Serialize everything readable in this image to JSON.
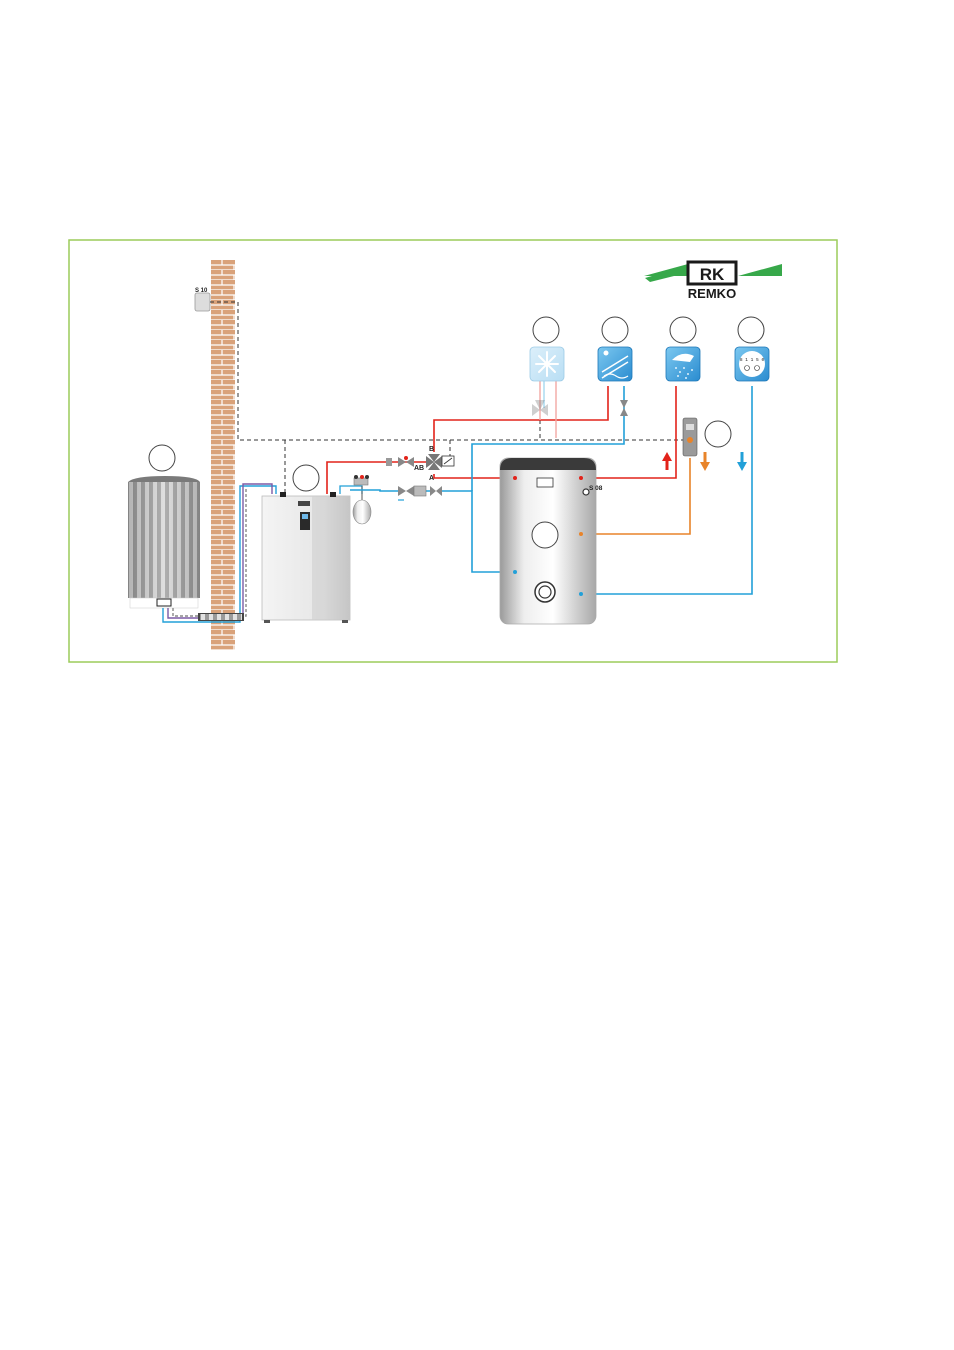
{
  "logo": {
    "brand": "REMKO",
    "mark": "RK"
  },
  "sensors": {
    "outdoor": "S 10",
    "tank": "S 08"
  },
  "valve_ports": {
    "b": "B",
    "ab": "AB",
    "a": "A"
  },
  "meter_display": "8 1 1 5 0",
  "colors": {
    "frame": "#9ccc5a",
    "supply": "#e2231a",
    "return": "#22a0d8",
    "dhw_circulation": "#e8842a",
    "brick": "#d9a27a",
    "logo_green": "#37a84a",
    "icon_blue": "#3aa8e0"
  },
  "icons": [
    "cooling-icon",
    "floor-heating-icon",
    "shower-icon",
    "water-meter-icon"
  ]
}
